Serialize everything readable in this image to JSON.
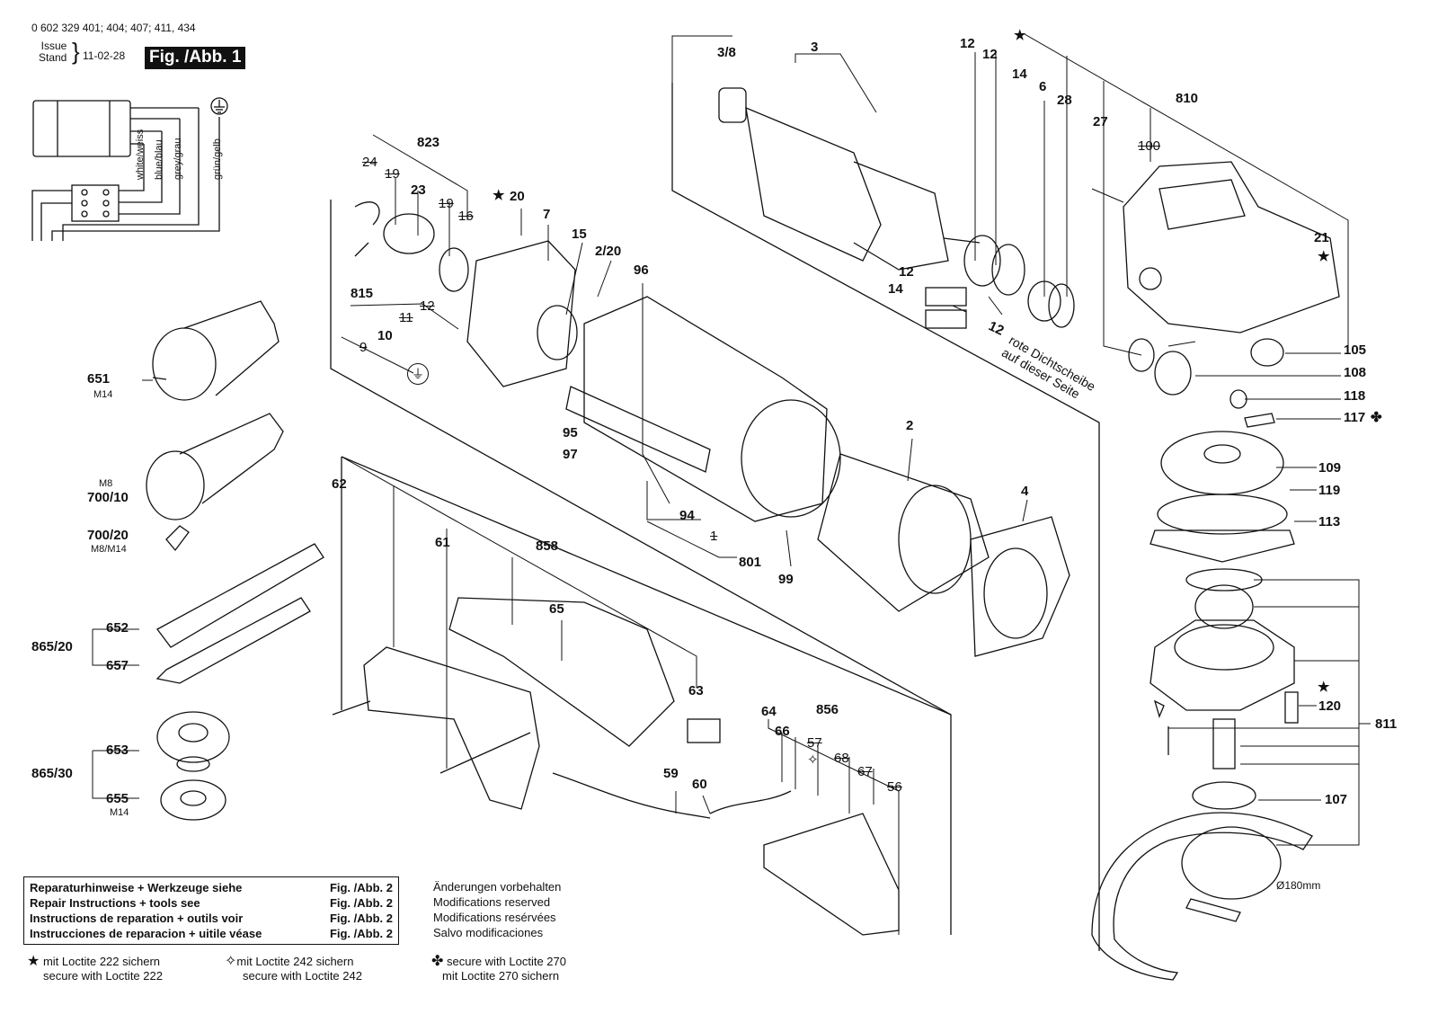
{
  "header": {
    "part_numbers": "0 602 329 401; 404; 407; 411, 434",
    "issue_label": "Issue",
    "stand_label": "Stand",
    "date": "11-02-28",
    "figure": "Fig. /Abb. 1"
  },
  "wiring": {
    "wire_labels": [
      "white/weiss",
      "blue/blau",
      "grey/grau",
      "grün/gelb"
    ]
  },
  "callouts": {
    "c1": "3/8",
    "c2": "3",
    "c3": "12",
    "c4": "12",
    "c5": "14",
    "c6": "6",
    "c7": "28",
    "c8": "810",
    "c9": "27",
    "c10": "100",
    "c11": "823",
    "c12": "24",
    "c13": "19",
    "c14": "23",
    "c15": "19",
    "c16": "16",
    "c17": "20",
    "c18": "7",
    "c19": "15",
    "c20": "2/20",
    "c21": "96",
    "c22": "12",
    "c23": "14",
    "c24": "12",
    "c25": "21",
    "c26": "815",
    "c27": "12",
    "c28": "11",
    "c29": "10",
    "c30": "9",
    "c31": "105",
    "c32": "108",
    "c33": "118",
    "c34": "117",
    "c35": "651",
    "c36": "M14",
    "c37": "M8",
    "c38": "700/10",
    "c39": "700/20",
    "c40": "M8/M14",
    "c41": "95",
    "c42": "97",
    "c43": "2",
    "c44": "94",
    "c45": "1",
    "c46": "801",
    "c47": "99",
    "c48": "4",
    "c49": "62",
    "c50": "61",
    "c51": "858",
    "c52": "65",
    "c53": "109",
    "c54": "119",
    "c55": "113",
    "c56": "652",
    "c57": "865/20",
    "c58": "657",
    "c59": "63",
    "c60": "64",
    "c61": "856",
    "c62": "66",
    "c63": "57",
    "c64": "68",
    "c65": "67",
    "c66": "56",
    "c67": "120",
    "c68": "811",
    "c69": "653",
    "c70": "865/30",
    "c71": "655",
    "c72": "M14",
    "c73": "59",
    "c74": "60",
    "c75": "107",
    "c76": "Ø180mm"
  },
  "seal_note": [
    "rote Dichtscheibe",
    "auf dieser Seite"
  ],
  "repair_box": {
    "rows": [
      {
        "text": "Reparaturhinweise + Werkzeuge siehe",
        "ref": "Fig. /Abb. 2"
      },
      {
        "text": "Repair Instructions + tools see",
        "ref": "Fig. /Abb. 2"
      },
      {
        "text": "Instructions de reparation + outils voir",
        "ref": "Fig. /Abb. 2"
      },
      {
        "text": "Instrucciones de reparacion + uitile véase",
        "ref": "Fig. /Abb. 2"
      }
    ]
  },
  "changes": [
    "Änderungen vorbehalten",
    "Modifications reserved",
    "Modifications resérvées",
    "Salvo modificaciones"
  ],
  "legend": {
    "star_de": "mit Loctite 222 sichern",
    "star_en": "secure with Loctite 222",
    "diamond_de": "mit Loctite 242 sichern",
    "diamond_en": "secure with Loctite 242",
    "clover_en": "secure with Loctite 270",
    "clover_de": "mit Loctite 270 sichern"
  },
  "icons": [
    "ground-symbol-icon",
    "star-icon",
    "open-star-icon",
    "clover-icon"
  ]
}
